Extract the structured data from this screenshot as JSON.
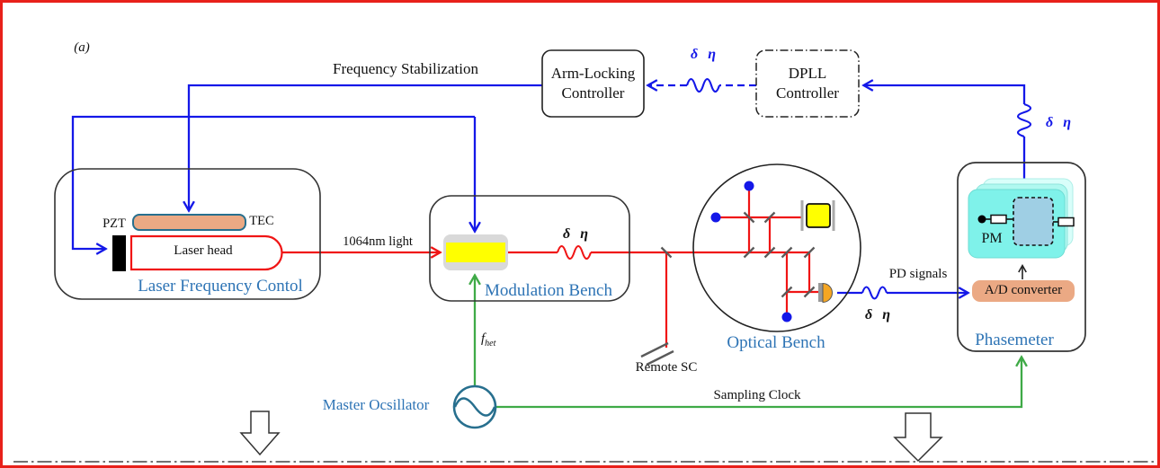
{
  "panel_label": "(a)",
  "colors": {
    "border_red": "#e8201a",
    "line_blue": "#1418e8",
    "line_red": "#f01515",
    "line_green": "#3faa47",
    "label_blue": "#2e74b5",
    "teal": "#276f8e",
    "salmon": "#eba984",
    "cyan_card": "#7ff2ea",
    "yellow": "#ffff00"
  },
  "labels": {
    "frequency_stabilization": "Frequency Stabilization",
    "noise": "δ η",
    "light_1064": "1064nm light",
    "remote_sc": "Remote SC",
    "pd_signals": "PD signals",
    "sampling_clock": "Sampling Clock",
    "f_het_symbol": "f",
    "f_het_sub": "het"
  },
  "blocks": {
    "arm_locking": {
      "line1": "Arm-Locking",
      "line2": "Controller"
    },
    "dpll": {
      "line1": "DPLL",
      "line2": "Controller"
    },
    "laser_frequency_control": {
      "title": "Laser Frequency Contol",
      "pzt": "PZT",
      "tec": "TEC",
      "laser_head": "Laser head"
    },
    "modulation_bench": {
      "title": "Modulation Bench"
    },
    "optical_bench": {
      "title": "Optical Bench"
    },
    "phasemeter": {
      "title": "Phasemeter",
      "pm": "PM",
      "adc": "A/D converter"
    },
    "master_oscillator": {
      "title": "Master Ocsillator"
    }
  }
}
